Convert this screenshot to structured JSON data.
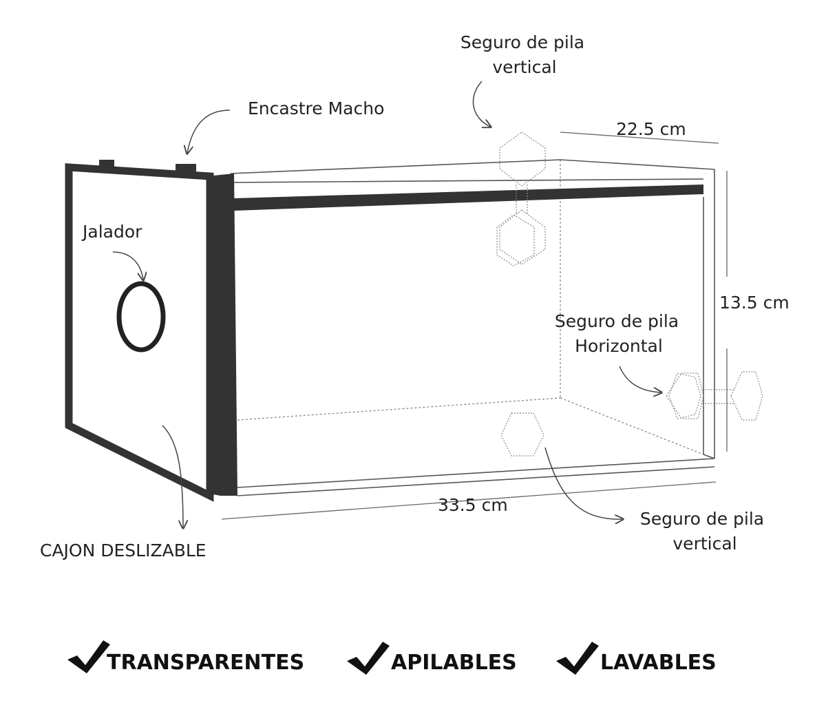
{
  "labels": {
    "stack_lock_top_line1": "Seguro de pila",
    "stack_lock_top_line2": "vertical",
    "male_joint": "Encastre Macho",
    "depth": "22.5 cm",
    "puller": "Jalador",
    "height": "13.5 cm",
    "stack_lock_horizontal_line1": "Seguro de pila",
    "stack_lock_horizontal_line2": "Horizontal",
    "width": "33.5 cm",
    "stack_lock_bottom_line1": "Seguro de pila",
    "stack_lock_bottom_line2": "vertical",
    "drawer": "CAJON DESLIZABLE"
  },
  "features": [
    "TRANSPARENTES",
    "APILABLES",
    "LAVABLES"
  ],
  "colors": {
    "frame": "#333333",
    "outline": "#555555",
    "dotted": "#888888",
    "text": "#222222"
  }
}
